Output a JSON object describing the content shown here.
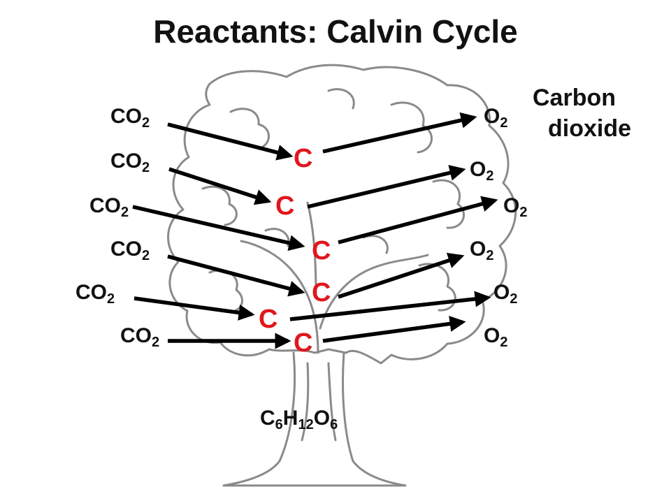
{
  "title": "Reactants: Calvin Cycle",
  "side_note": {
    "line1": "Carbon",
    "line2": "dioxide"
  },
  "molecule_labels": {
    "co2_base": "CO",
    "o2_base": "O",
    "sub_2": "2"
  },
  "carbon_label": "C",
  "glucose": {
    "c": "C",
    "c_n": "6",
    "h": "H",
    "h_n": "12",
    "o": "O",
    "o_n": "6"
  },
  "colors": {
    "carbon": "#e0171c",
    "text": "#111111",
    "arrow": "#000000",
    "tree_outline": "#8a8a8a"
  },
  "tree_image": "tree-outline-drawing"
}
